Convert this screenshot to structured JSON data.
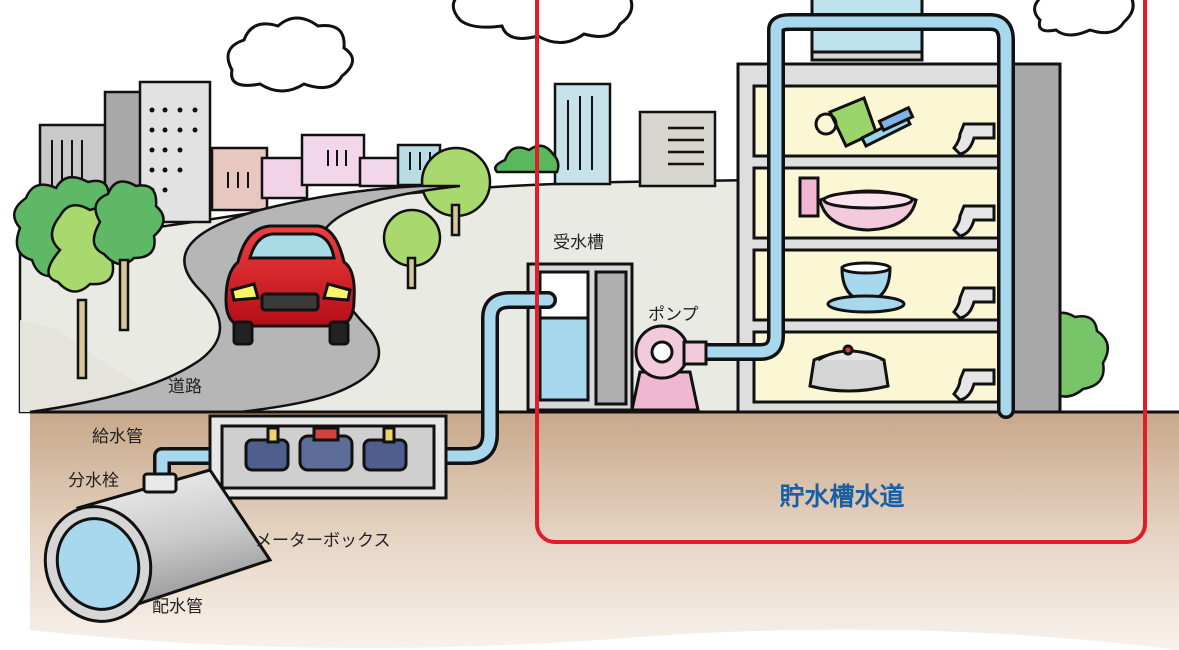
{
  "labels": {
    "receiving_tank": "受水槽",
    "pump": "ポンプ",
    "road": "道路",
    "service_pipe": "給水管",
    "branch_valve": "分水栓",
    "meter_box": "メーターボックス",
    "distribution_main": "配水管"
  },
  "highlight": {
    "title": "貯水槽水道",
    "frame_color": "#e01e2a",
    "title_color": "#1a5fa6"
  },
  "icons": {
    "floor1": [
      "cup-icon",
      "toothbrush-icon",
      "faucet-icon"
    ],
    "floor2": [
      "bowl-icon",
      "faucet-icon"
    ],
    "floor3": [
      "teacup-icon",
      "faucet-icon"
    ],
    "floor4": [
      "pot-icon",
      "faucet-icon"
    ]
  }
}
